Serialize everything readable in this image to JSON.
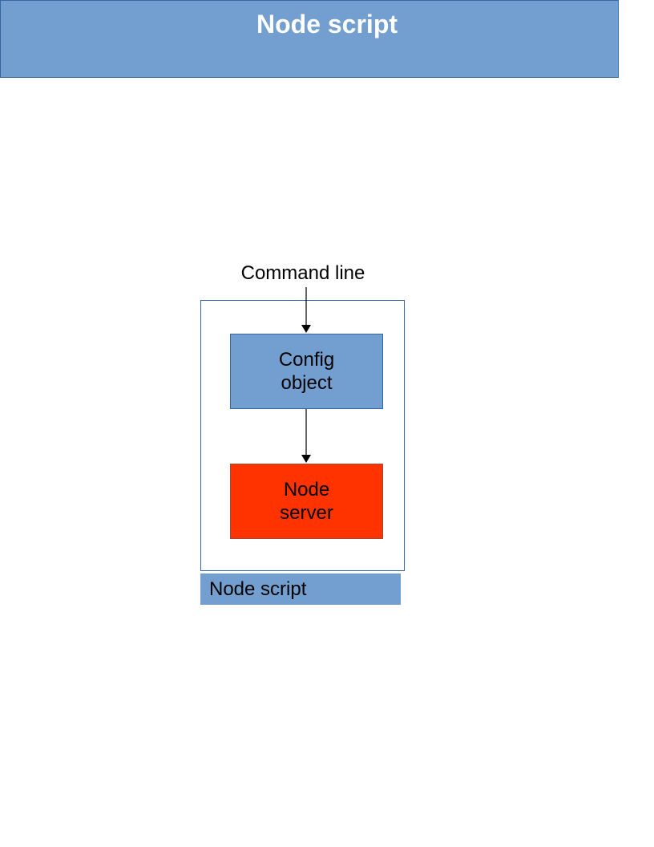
{
  "title": "Node script",
  "diagram": {
    "input_label": "Command line",
    "nodes": {
      "config": {
        "label": "Config\nobject",
        "color": "#729fcf"
      },
      "server": {
        "label": "Node\nserver",
        "color": "#ff3300"
      }
    },
    "container_caption": "Node script"
  },
  "colors": {
    "accent_blue": "#729fcf",
    "border_blue": "#3465a4",
    "accent_red": "#ff3300"
  }
}
